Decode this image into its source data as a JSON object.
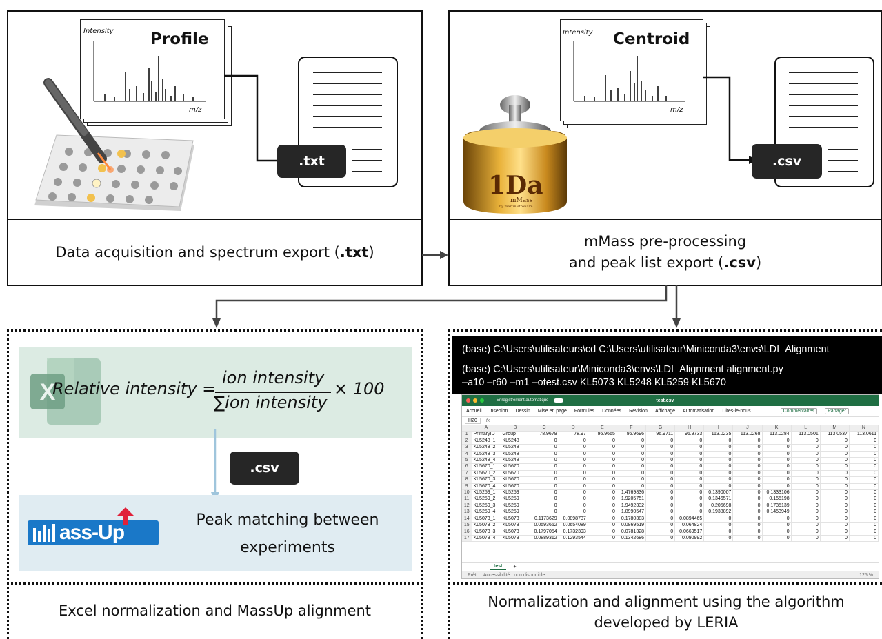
{
  "top_left": {
    "spectrum_title": "Profile",
    "axis_y": "Intensity",
    "axis_x": "m/z",
    "file_badge": ".txt",
    "caption_prefix": "Data acquisition and spectrum export (",
    "caption_ext": ".txt",
    "caption_suffix": ")"
  },
  "top_right": {
    "spectrum_title": "Centroid",
    "axis_y": "Intensity",
    "axis_x": "m/z",
    "file_badge": ".csv",
    "weight_label": "1Da",
    "weight_sub": "mMass",
    "weight_sub2": "by martin strohalm",
    "caption_line1": "mMass pre-processing",
    "caption_prefix": "and peak list export (",
    "caption_ext": ".csv",
    "caption_suffix": ")"
  },
  "bottom_left": {
    "formula_lhs": "Relative intensity =",
    "formula_num": "ion intensity",
    "formula_den": "∑ion intensity",
    "formula_times": "× 100",
    "file_badge": ".csv",
    "massup_logo": "ass-Up",
    "peak_line1": "Peak matching between",
    "peak_line2": "experiments",
    "caption": "Excel normalization and MassUp alignment"
  },
  "bottom_right": {
    "terminal_line1": "(base) C:\\Users\\utilisateurs\\cd C:\\Users\\utilisateur\\Miniconda3\\envs\\LDI_Alignment",
    "terminal_line2": "(base) C:\\Users\\utilisateur\\Miniconda3\\envs\\LDI_Alignment alignment.py",
    "terminal_line3": "–a10 –r60 –m1 –otest.csv KL5073 KL5248 KL5259 KL5670",
    "caption_line1": "Normalization and alignment using the algorithm",
    "caption_line2": "developed by LERIA"
  },
  "spreadsheet": {
    "autosave": "Enregistrement automatique",
    "filename": "test.csv",
    "menu": [
      "Accueil",
      "Insertion",
      "Dessin",
      "Mise en page",
      "Formules",
      "Données",
      "Révision",
      "Affichage",
      "Automatisation",
      "Dites-le-nous"
    ],
    "comments": "Commentaires",
    "share": "Partager",
    "cell_ref": "H20",
    "fx": "fx",
    "columns": [
      "",
      "A",
      "B",
      "C",
      "D",
      "E",
      "F",
      "G",
      "H",
      "I",
      "J",
      "K",
      "L",
      "M",
      "N"
    ],
    "rows": [
      [
        "1",
        "PrimaryID",
        "Group",
        "78.9679",
        "78.97",
        "96.9665",
        "96.9696",
        "96.9711",
        "96.9733",
        "113.0235",
        "113.0268",
        "113.0284",
        "113.0501",
        "113.0537",
        "113.0611"
      ],
      [
        "2",
        "KL5248_1",
        "KL5248",
        "0",
        "0",
        "0",
        "0",
        "0",
        "0",
        "0",
        "0",
        "0",
        "0",
        "0",
        "0"
      ],
      [
        "3",
        "KL5248_2",
        "KL5248",
        "0",
        "0",
        "0",
        "0",
        "0",
        "0",
        "0",
        "0",
        "0",
        "0",
        "0",
        "0"
      ],
      [
        "4",
        "KL5248_3",
        "KL5248",
        "0",
        "0",
        "0",
        "0",
        "0",
        "0",
        "0",
        "0",
        "0",
        "0",
        "0",
        "0"
      ],
      [
        "5",
        "KL5248_4",
        "KL5248",
        "0",
        "0",
        "0",
        "0",
        "0",
        "0",
        "0",
        "0",
        "0",
        "0",
        "0",
        "0"
      ],
      [
        "6",
        "KL5670_1",
        "KL5670",
        "0",
        "0",
        "0",
        "0",
        "0",
        "0",
        "0",
        "0",
        "0",
        "0",
        "0",
        "0"
      ],
      [
        "7",
        "KL5670_2",
        "KL5670",
        "0",
        "0",
        "0",
        "0",
        "0",
        "0",
        "0",
        "0",
        "0",
        "0",
        "0",
        "0"
      ],
      [
        "8",
        "KL5670_3",
        "KL5670",
        "0",
        "0",
        "0",
        "0",
        "0",
        "0",
        "0",
        "0",
        "0",
        "0",
        "0",
        "0"
      ],
      [
        "9",
        "KL5670_4",
        "KL5670",
        "0",
        "0",
        "0",
        "0",
        "0",
        "0",
        "0",
        "0",
        "0",
        "0",
        "0",
        "0"
      ],
      [
        "10",
        "KL5259_1",
        "KL5259",
        "0",
        "0",
        "0",
        "1.4769836",
        "0",
        "0",
        "0.1390007",
        "0",
        "0.1333106",
        "0",
        "0",
        "0"
      ],
      [
        "11",
        "KL5259_2",
        "KL5259",
        "0",
        "0",
        "0",
        "1.9205751",
        "0",
        "0",
        "0.1346571",
        "0",
        "0.155198",
        "0",
        "0",
        "0"
      ],
      [
        "12",
        "KL5259_3",
        "KL5259",
        "0",
        "0",
        "0",
        "1.9492332",
        "0",
        "0",
        "0.205698",
        "0",
        "0.1735139",
        "0",
        "0",
        "0"
      ],
      [
        "13",
        "KL5259_4",
        "KL5259",
        "0",
        "0",
        "0",
        "1.8990547",
        "0",
        "0",
        "0.1938892",
        "0",
        "0.1453949",
        "0",
        "0",
        "0"
      ],
      [
        "14",
        "KL5073_1",
        "KL5073",
        "0.1173629",
        "0.0898737",
        "0",
        "0.1780383",
        "0",
        "0.0894465",
        "0",
        "0",
        "0",
        "0",
        "0",
        "0"
      ],
      [
        "15",
        "KL5073_2",
        "KL5073",
        "0.0593652",
        "0.0654089",
        "0",
        "0.0869519",
        "0",
        "0.064824",
        "0",
        "0",
        "0",
        "0",
        "0",
        "0"
      ],
      [
        "16",
        "KL5073_3",
        "KL5073",
        "0.1797054",
        "0.1732393",
        "0",
        "0.0781328",
        "0",
        "0.0669517",
        "0",
        "0",
        "0",
        "0",
        "0",
        "0"
      ],
      [
        "17",
        "KL5073_4",
        "KL5073",
        "0.0889312",
        "0.1293544",
        "0",
        "0.1342686",
        "0",
        "0.090992",
        "0",
        "0",
        "0",
        "0",
        "0",
        "0"
      ]
    ],
    "sheet_tab": "test",
    "status_ready": "Prêt",
    "status_access": "Accessibilité : non disponible",
    "zoom": "125 %"
  }
}
